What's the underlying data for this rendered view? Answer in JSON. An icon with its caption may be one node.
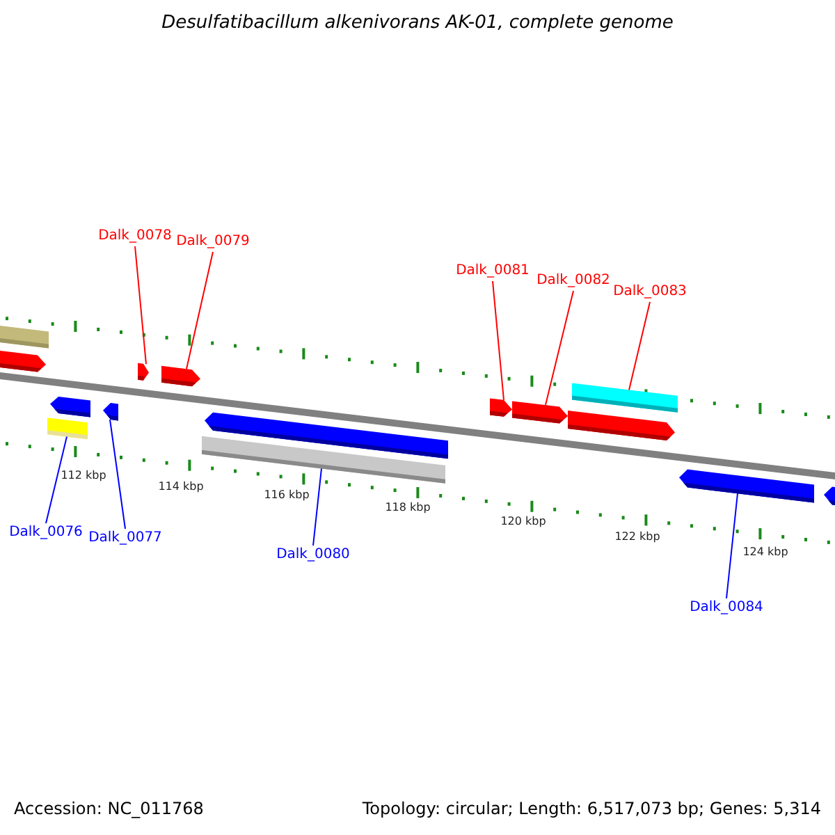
{
  "diagram": {
    "title": "Desulfatibacillum alkenivorans AK-01, complete genome",
    "nodes": [
      {
        "text": [
          "Dalk_0078"
        ]
      },
      {
        "text": [
          "Dalk_0079"
        ]
      },
      {
        "text": [
          "Dalk_0081"
        ]
      },
      {
        "text": [
          "Dalk_0082"
        ]
      },
      {
        "text": [
          "Dalk_0083"
        ]
      },
      {
        "text": [
          "Dalk_0076"
        ]
      },
      {
        "text": [
          "Dalk_0077"
        ]
      },
      {
        "text": [
          "Dalk_0080"
        ]
      },
      {
        "text": [
          "Dalk_0084"
        ]
      },
      {
        "text": [],
        "shape": "bar"
      },
      {
        "text": [],
        "shape": "arrow"
      },
      {
        "text": [],
        "shape": "bar"
      },
      {
        "text": [],
        "shape": "arrow"
      },
      {
        "text": [],
        "shape": "arrow"
      },
      {
        "text": [],
        "shape": "arrow"
      },
      {
        "text": [],
        "shape": "arrow"
      },
      {
        "text": [],
        "shape": "bar"
      },
      {
        "text": [],
        "shape": "arrow"
      },
      {
        "text": [],
        "shape": "arrow"
      },
      {
        "text": [],
        "shape": "arrow"
      },
      {
        "text": [],
        "shape": "arrow"
      },
      {
        "text": [],
        "shape": "bar"
      },
      {
        "text": [],
        "shape": "arrow"
      },
      {
        "text": [],
        "shape": "arrow"
      }
    ],
    "edges": [
      {
        "from": 0,
        "to": 14,
        "arrow": "none"
      },
      {
        "from": 1,
        "to": 15,
        "arrow": "none"
      },
      {
        "from": 2,
        "to": 18,
        "arrow": "none"
      },
      {
        "from": 3,
        "to": 19,
        "arrow": "none"
      },
      {
        "from": 4,
        "to": 21,
        "arrow": "none"
      },
      {
        "from": 5,
        "to": 11,
        "arrow": "none",
        "color": "#0000ff"
      },
      {
        "from": 6,
        "to": 13,
        "arrow": "none",
        "color": "#0000ff"
      },
      {
        "from": 7,
        "to": 16,
        "arrow": "none",
        "color": "#0000ff"
      },
      {
        "from": 8,
        "to": 22,
        "arrow": "none",
        "color": "#0000ff"
      }
    ],
    "labels": [
      "112 kbp",
      "114 kbp",
      "116 kbp",
      "118 kbp",
      "120 kbp",
      "122 kbp",
      "124 kbp",
      "Accession: NC_011768",
      "Topology: circular; Length: 6,517,073 bp; Genes: 5,314"
    ]
  }
}
